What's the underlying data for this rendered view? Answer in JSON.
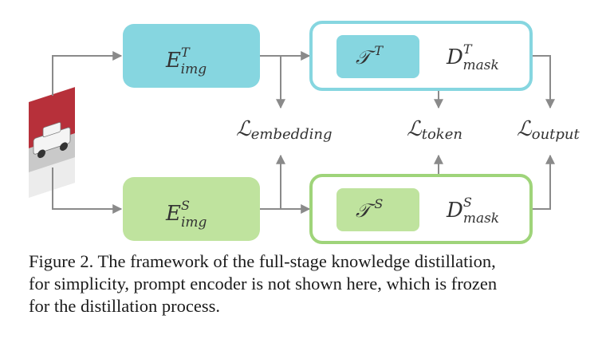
{
  "colors": {
    "teacher_fill": "#86d6e0",
    "teacher_outline": "#86d6e0",
    "student_fill": "#bfe39e",
    "student_outline": "#9fd47a",
    "arrow": "#8a8a8a"
  },
  "input_image": {
    "icon": "car-photo-thumbnail"
  },
  "teacher": {
    "encoder": {
      "base": "E",
      "sup": "T",
      "sub": "img"
    },
    "token": {
      "base": "𝒯",
      "sup": "T"
    },
    "decoder": {
      "base": "D",
      "sup": "T",
      "sub": "mask"
    }
  },
  "student": {
    "encoder": {
      "base": "E",
      "sup": "S",
      "sub": "img"
    },
    "token": {
      "base": "𝒯",
      "sup": "S"
    },
    "decoder": {
      "base": "D",
      "sup": "S",
      "sub": "mask"
    }
  },
  "losses": {
    "embedding": {
      "base": "ℒ",
      "sub": "embedding"
    },
    "token": {
      "base": "ℒ",
      "sub": "token"
    },
    "output": {
      "base": "ℒ",
      "sub": "output"
    }
  },
  "caption": {
    "line1": "Figure 2.  The framework of the full-stage knowledge distillation,",
    "line2": "for simplicity, prompt encoder is not shown here, which is frozen",
    "line3": "for the distillation process."
  }
}
